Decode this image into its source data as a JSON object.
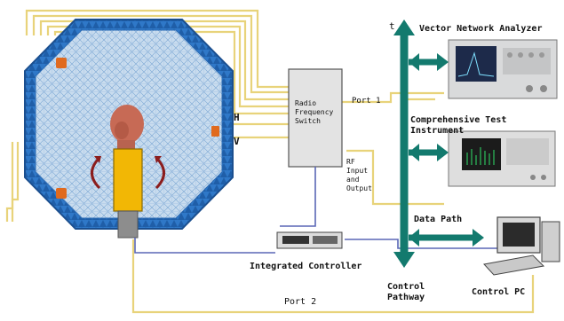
{
  "labels": {
    "polarization_h": "H",
    "polarization_v": "V",
    "rf_switch": "Radio\nFrequency\nSwitch",
    "port1": "Port 1",
    "port2": "Port 2",
    "rf_io": "RF\nInput\nand\nOutput",
    "vna": "Vector Network Analyzer",
    "cti": "Comprehensive Test\nInstrument",
    "data_path": "Data Path",
    "controller": "Integrated Controller",
    "control_pathway": "Control\nPathway",
    "control_pc": "Control PC",
    "axis_mark": "t"
  },
  "colors": {
    "cable": "#e8d37a",
    "control_cable": "#5a67b6",
    "bus": "#137a6e",
    "chamber": "#2f78c8",
    "absorber": "#bcd3ea",
    "dut": "#f2b705",
    "head": "#c76a55",
    "marker": "#e06a1e"
  }
}
